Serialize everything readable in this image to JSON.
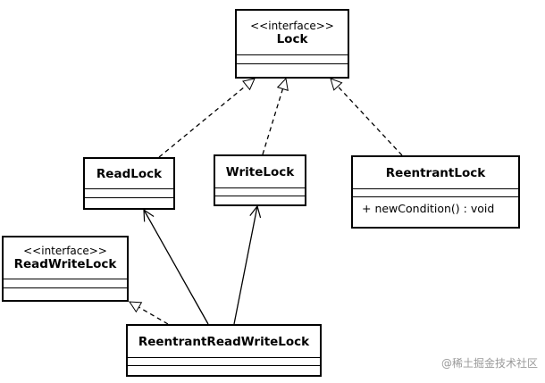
{
  "classes": {
    "lock": {
      "stereotype": "<<interface>>",
      "name": "Lock"
    },
    "read_lock": {
      "name": "ReadLock"
    },
    "write_lock": {
      "name": "WriteLock"
    },
    "reentrant_lock": {
      "name": "ReentrantLock",
      "operation": "+ newCondition() : void"
    },
    "read_write_lock": {
      "stereotype": "<<interface>>",
      "name": "ReadWriteLock"
    },
    "reentrant_read_write_lock": {
      "name": "ReentrantReadWriteLock"
    }
  },
  "relations": [
    {
      "from": "ReadLock",
      "to": "Lock",
      "kind": "realization"
    },
    {
      "from": "WriteLock",
      "to": "Lock",
      "kind": "realization"
    },
    {
      "from": "ReentrantLock",
      "to": "Lock",
      "kind": "realization"
    },
    {
      "from": "ReentrantReadWriteLock",
      "to": "ReadWriteLock",
      "kind": "realization"
    },
    {
      "from": "ReentrantReadWriteLock",
      "to": "ReadLock",
      "kind": "association"
    },
    {
      "from": "ReentrantReadWriteLock",
      "to": "WriteLock",
      "kind": "association"
    }
  ],
  "watermark": "@稀土掘金技术社区"
}
